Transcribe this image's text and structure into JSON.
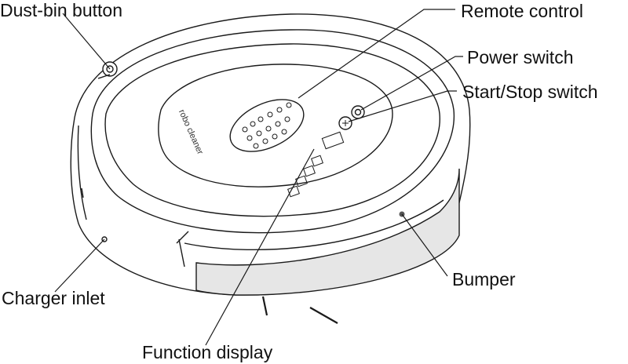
{
  "labels": {
    "dust_bin_button": "Dust-bin button",
    "remote_control": "Remote control",
    "power_switch": "Power switch",
    "start_stop_switch": "Start/Stop switch",
    "bumper": "Bumper",
    "charger_inlet": "Charger inlet",
    "function_display": "Function display"
  },
  "device": {
    "brand_text": "robo cleaner"
  },
  "colors": {
    "line": "#1a1a1a",
    "bumper_fill": "#e6e6e6",
    "body_fill": "#ffffff",
    "text": "#111111"
  }
}
